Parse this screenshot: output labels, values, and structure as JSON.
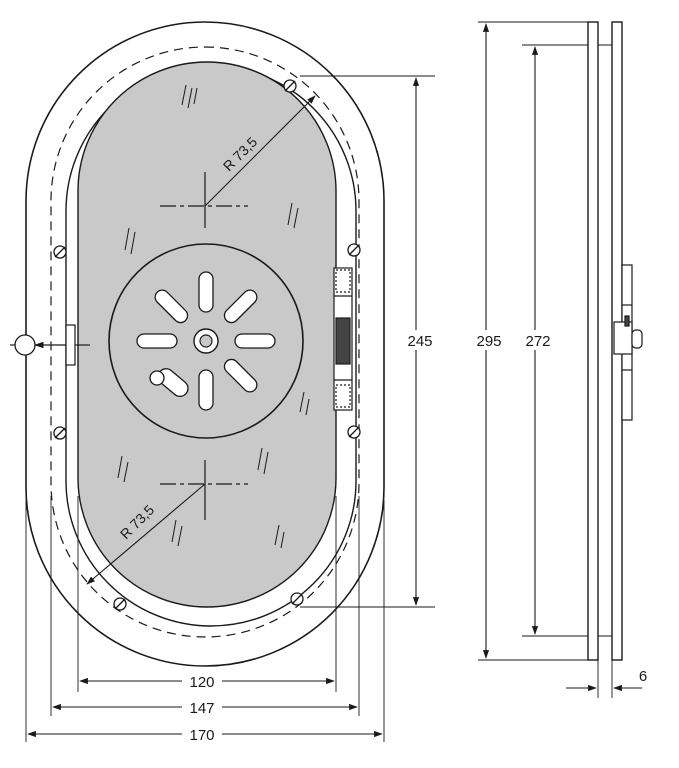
{
  "drawing": {
    "radius_top": "R 73,5",
    "radius_bottom": "R 73,5",
    "dim_inner_height": "245",
    "dim_outer_height": "295",
    "dim_mid_height": "272",
    "dim_thickness": "6",
    "dim_glass_width": "120",
    "dim_mid_width": "147",
    "dim_outer_width": "170"
  },
  "colors": {
    "glass": "#c9c9c9",
    "line": "#1a1a1a",
    "paper": "#ffffff"
  }
}
